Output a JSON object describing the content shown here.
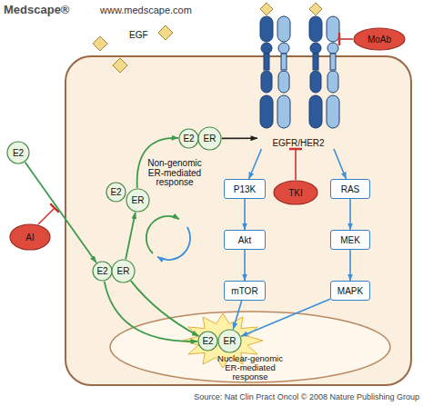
{
  "diagram": {
    "nodes": [
      {
        "text": [
          "EGFR/HER2"
        ]
      },
      {
        "text": [
          "MoAb"
        ]
      },
      {
        "text": [
          "E2"
        ]
      },
      {
        "text": [
          "ER"
        ]
      },
      {
        "text": [
          "E2"
        ]
      },
      {
        "text": [
          "E2"
        ]
      },
      {
        "text": [
          "ER"
        ]
      },
      {
        "text": [
          "P13K"
        ]
      },
      {
        "text": [
          "TKI"
        ]
      },
      {
        "text": [
          "RAS"
        ]
      },
      {
        "text": [
          "Akt"
        ]
      },
      {
        "text": [
          "MEK"
        ]
      },
      {
        "text": [
          "AI"
        ]
      },
      {
        "text": [
          "E2"
        ]
      },
      {
        "text": [
          "ER"
        ]
      },
      {
        "text": [
          "mTOR"
        ]
      },
      {
        "text": [
          "MAPK"
        ]
      },
      {
        "text": [
          "Nuclear-genomic ER-mediated response"
        ]
      },
      {
        "text": [
          "E2"
        ],
        "in": 17
      },
      {
        "text": [
          "ER"
        ],
        "in": 17
      }
    ],
    "edges": [
      {
        "from": 3,
        "to": 0,
        "arrow": "to"
      },
      {
        "from": 1,
        "to": 0,
        "arrow": "to"
      },
      {
        "from": 0,
        "to": 7,
        "arrow": "to"
      },
      {
        "from": 0,
        "to": 9,
        "arrow": "to"
      },
      {
        "from": 8,
        "to": 0,
        "arrow": "to"
      },
      {
        "from": 7,
        "to": 10,
        "arrow": "to"
      },
      {
        "from": 10,
        "to": 15,
        "arrow": "to"
      },
      {
        "from": 9,
        "to": 11,
        "arrow": "to"
      },
      {
        "from": 11,
        "to": 16,
        "arrow": "to"
      },
      {
        "from": 15,
        "to": 19,
        "arrow": "to"
      },
      {
        "from": 16,
        "to": 19,
        "arrow": "to"
      },
      {
        "from": 4,
        "to": 13,
        "arrow": "to"
      },
      {
        "from": 14,
        "to": 6,
        "arrow": "to"
      },
      {
        "from": 6,
        "to": 2,
        "arrow": "to"
      },
      {
        "from": 13,
        "to": 18,
        "arrow": "to"
      },
      {
        "from": 14,
        "to": 18,
        "arrow": "to"
      }
    ],
    "labels": [
      "Medscape®",
      "www.medscape.com",
      "EGF",
      "Non-genomic ER-mediated response",
      "Source: Nat Clin Pract Oncol © 2008 Nature Publishing Group"
    ]
  }
}
